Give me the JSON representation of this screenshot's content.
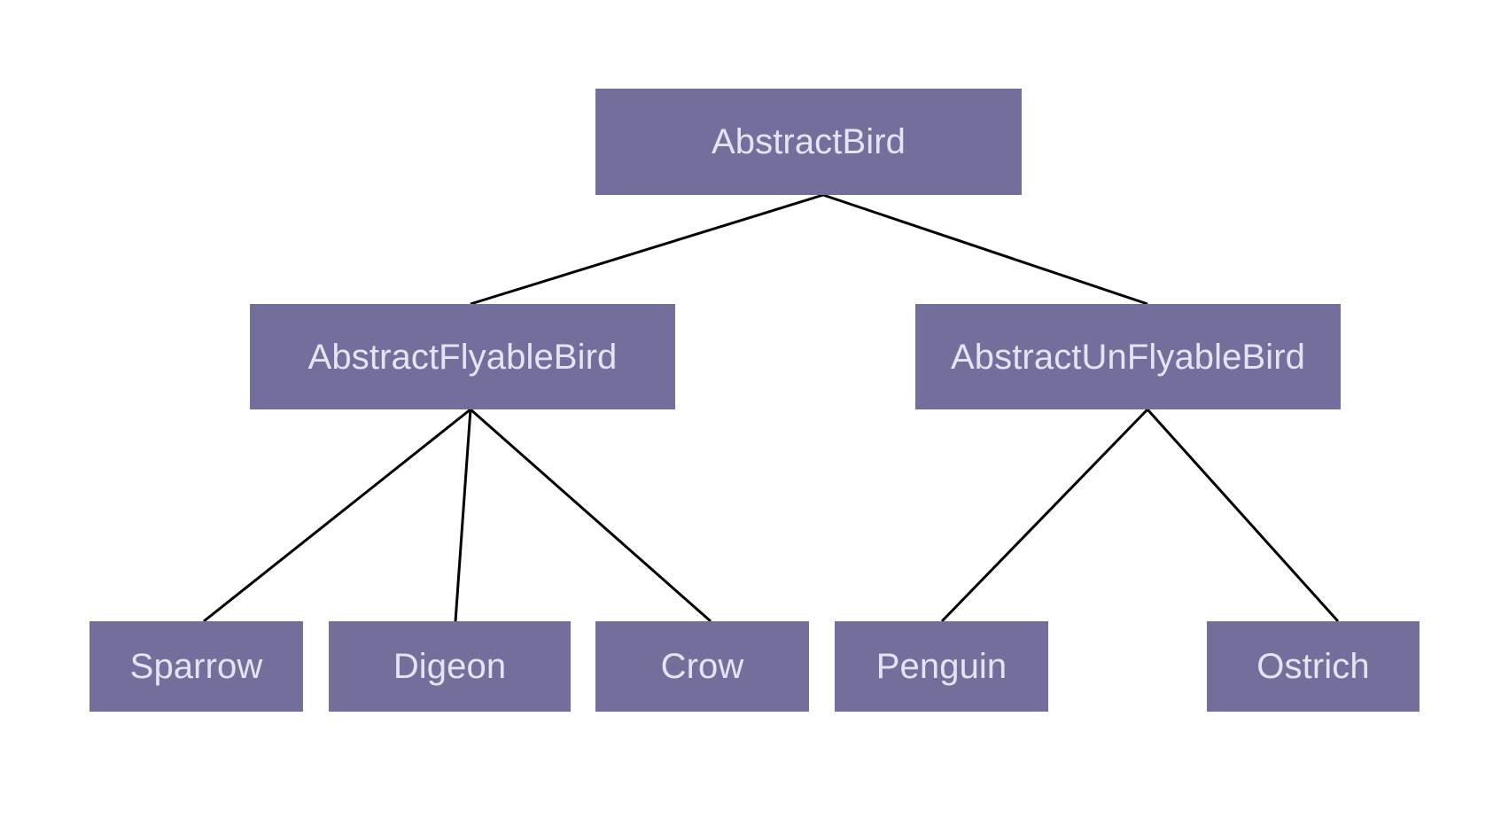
{
  "diagram": {
    "kind": "class-hierarchy-tree",
    "background_color": "#ffffff",
    "node_fill_color": "#736f9c",
    "node_text_color": "#e5e3f2",
    "edge_color": "#000000",
    "nodes": [
      {
        "id": "abstract-bird",
        "label": "AbstractBird",
        "level": 0
      },
      {
        "id": "abstract-flyable-bird",
        "label": "AbstractFlyableBird",
        "level": 1
      },
      {
        "id": "abstract-unflyable-bird",
        "label": "AbstractUnFlyableBird",
        "level": 1
      },
      {
        "id": "sparrow",
        "label": "Sparrow",
        "level": 2
      },
      {
        "id": "digeon",
        "label": "Digeon",
        "level": 2
      },
      {
        "id": "crow",
        "label": "Crow",
        "level": 2
      },
      {
        "id": "penguin",
        "label": "Penguin",
        "level": 2
      },
      {
        "id": "ostrich",
        "label": "Ostrich",
        "level": 2
      }
    ],
    "edges": [
      {
        "from": "abstract-bird",
        "to": "abstract-flyable-bird"
      },
      {
        "from": "abstract-bird",
        "to": "abstract-unflyable-bird"
      },
      {
        "from": "abstract-flyable-bird",
        "to": "sparrow"
      },
      {
        "from": "abstract-flyable-bird",
        "to": "digeon"
      },
      {
        "from": "abstract-flyable-bird",
        "to": "crow"
      },
      {
        "from": "abstract-unflyable-bird",
        "to": "penguin"
      },
      {
        "from": "abstract-unflyable-bird",
        "to": "ostrich"
      }
    ]
  }
}
